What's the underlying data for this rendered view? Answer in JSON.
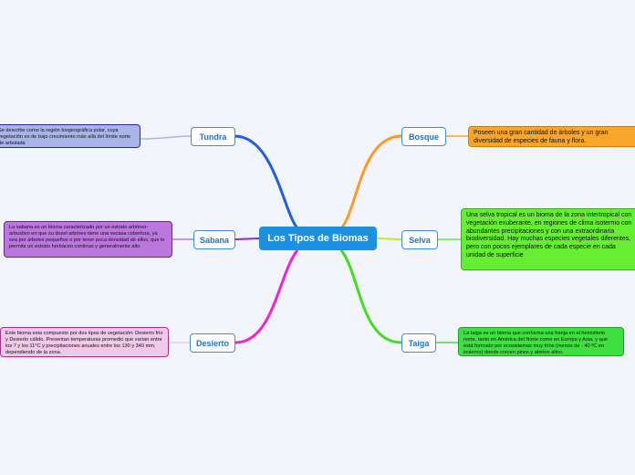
{
  "central": {
    "title": "Los Tipos de Biomas"
  },
  "topics": {
    "tundra": "Tundra",
    "sabana": "Sabana",
    "desierto": "Desierto",
    "bosque": "Bosque",
    "selva": "Selva",
    "taiga": "Taiga"
  },
  "notes": {
    "tundra": "Se describe como la región biogeográfica polar, cuya vegetación es de bajo crecimiento más allá del límite norte de arbolada",
    "sabana": "La sabana es un bioma caracterizado por un estrato arbóreo-arbustivo en que su dosel arbóreo tiene una escasa cobertura, ya sea por árboles pequeños o por tener poca densidad de ellos, que le permite un estrato herbáceo continuo y generalmente alto",
    "desierto": "Este bioma esta compuesto por dos tipos de vegetación: Desierto frío y Desierto cálido. Presentan temperaturas promedio que varían entre los 7 y los 11°C y precipitaciones anuales entre los 130 y 340 mm, dependiendo de la zona.",
    "bosque": "Poseen una gran cantidad de árboles y un gran diversidad de especies de fauna y flora.",
    "selva": "Una selva tropical es un bioma de la zona intertropical con vegetación exuberante, en regiones de clima isotermo con abundantes precipitaciones y con una extraordinaria biodiversidad. Hay muchas especies vegetales diferentes, pero con pocos ejemplares de cada especie en cada unidad de superficie",
    "taiga": "La taiga es un bioma que conforma una franja en el hemisferio norte, tanto en América del Norte como en Europa y Asia, y que está formado por ecosistemas muy fríos (menos de - 40 ºC en invierno) donde crecen pinos y abetos altos."
  },
  "colors": {
    "tundra": "#1f5fe0",
    "sabana": "#8a2be2",
    "desierto": "#ee22dd",
    "bosque": "#ff9922",
    "selva": "#ccee00",
    "taiga": "#44dd22"
  }
}
